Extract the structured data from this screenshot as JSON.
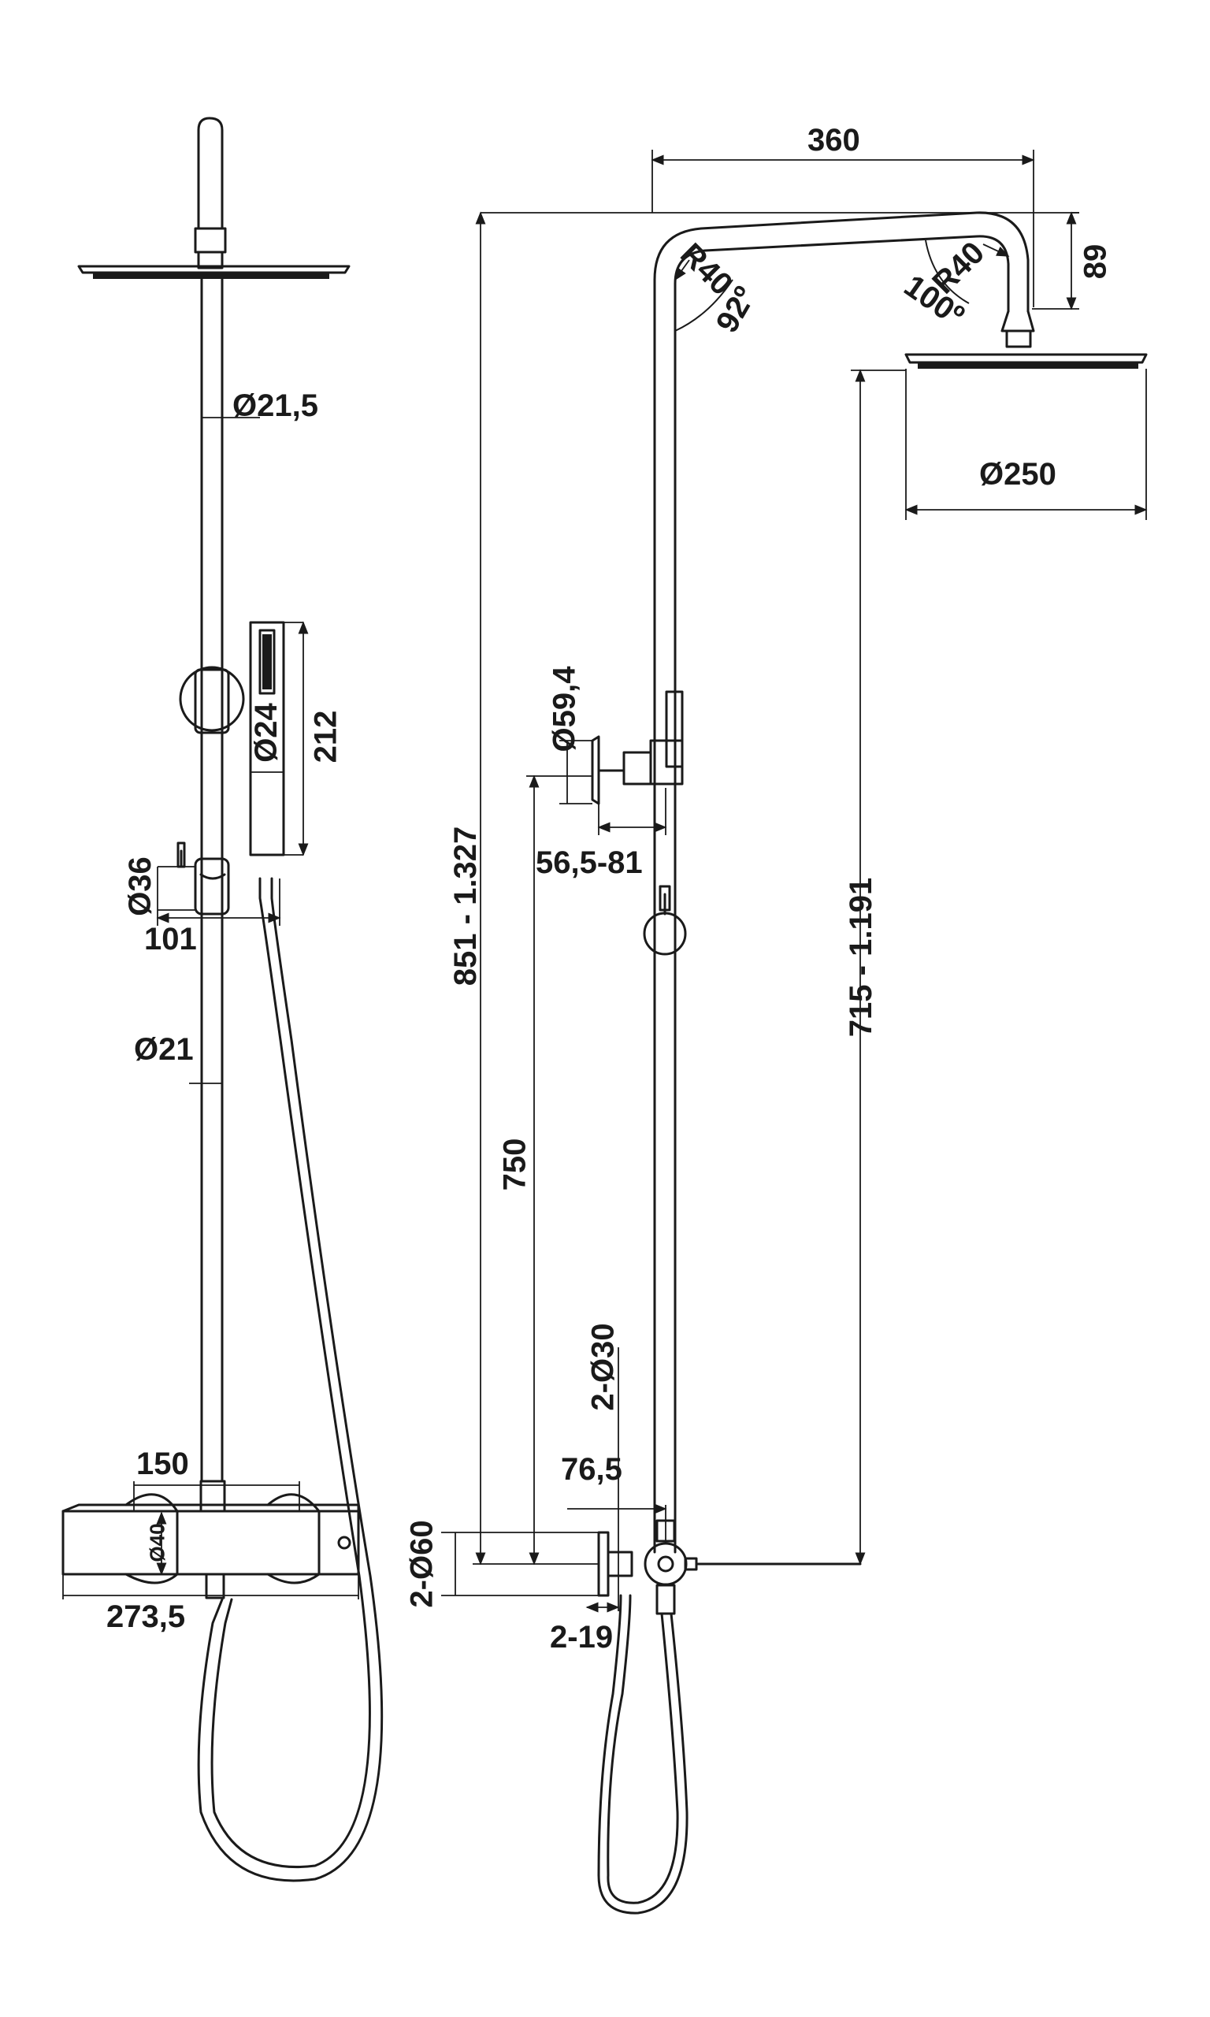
{
  "left_view": {
    "dia_215": "Ø21,5",
    "dia_24": "Ø24",
    "len_212": "212",
    "dia_36": "Ø36",
    "len_101": "101",
    "dia_21": "Ø21",
    "len_150": "150",
    "dia_40": "Ø40",
    "len_2735": "273,5"
  },
  "right_view": {
    "len_360": "360",
    "len_89": "89",
    "radius_left": "R40",
    "angle_left": "92º",
    "radius_right": "R40",
    "angle_right": "100º",
    "dia_250": "Ø250",
    "dia_594": "Ø59,4",
    "len_565": "56,5-81",
    "height_total": "851 - 1.327",
    "height_head": "715 - 1.191",
    "len_750": "750",
    "dia_2x30": "2-Ø30",
    "len_765": "76,5",
    "dia_2x60": "2-Ø60",
    "len_2x19": "2-19"
  }
}
